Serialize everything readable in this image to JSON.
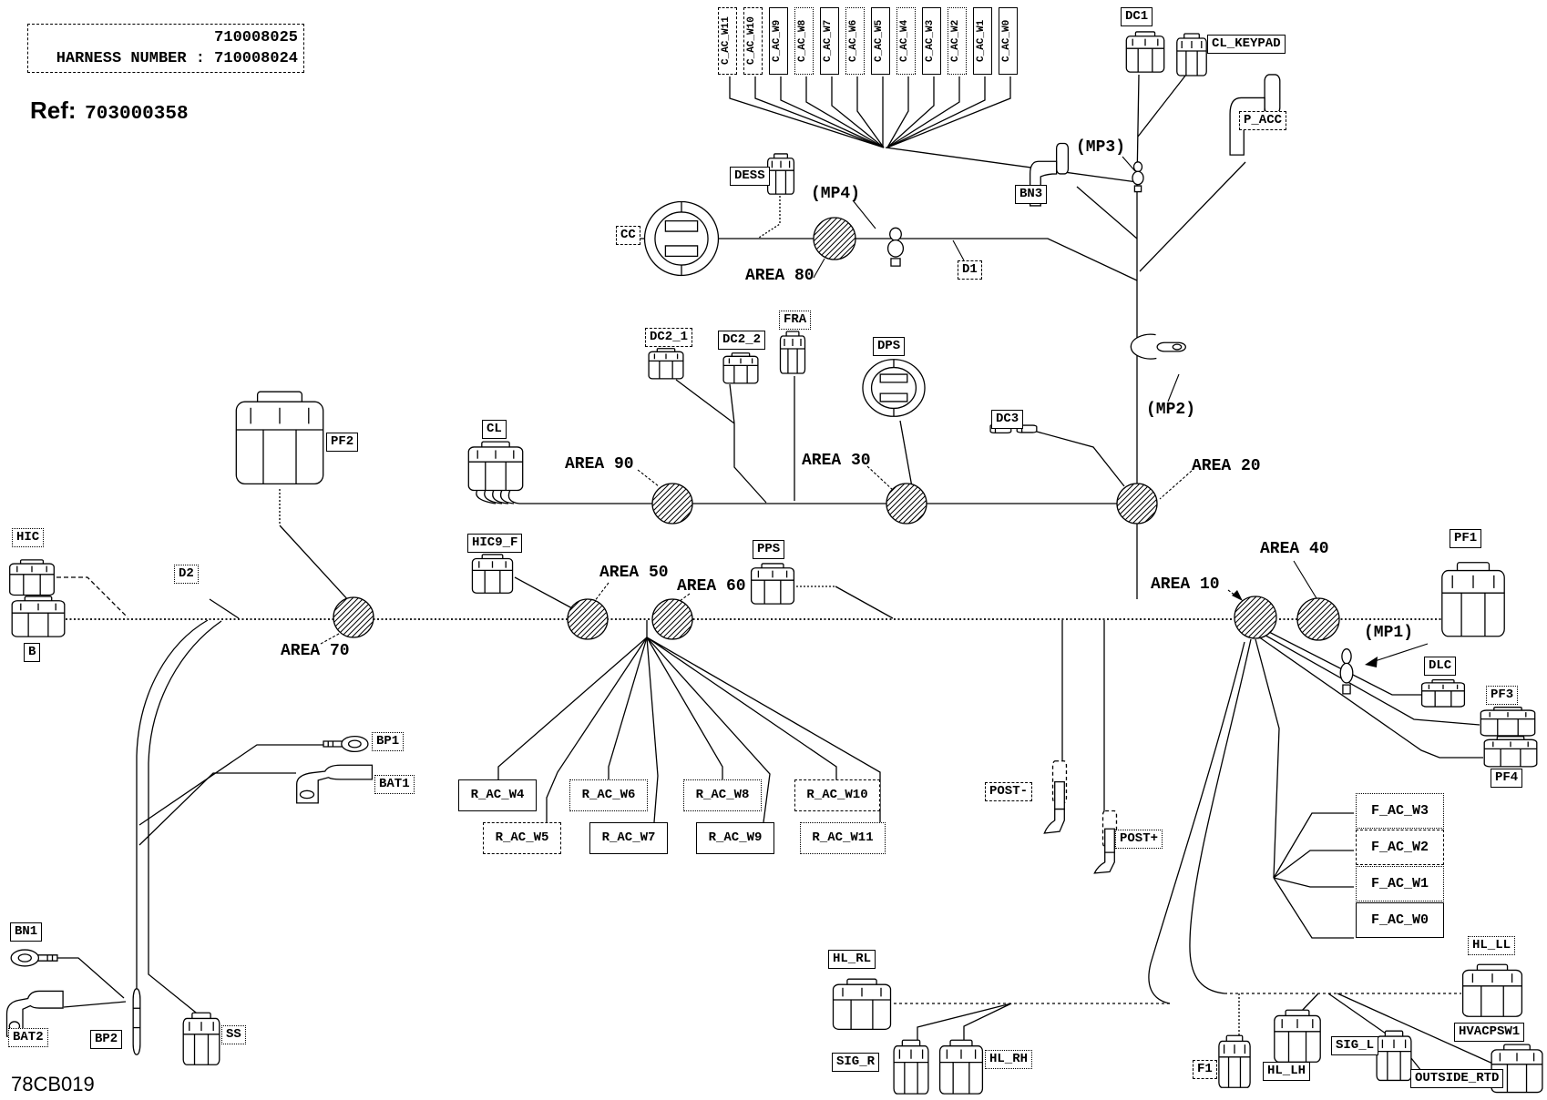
{
  "title_block": {
    "part_number": "710008025",
    "harness_label": "HARNESS NUMBER :",
    "harness_number": "710008024",
    "ref_label": "Ref:",
    "ref_number": "703000358",
    "sheet_code": "78CB019"
  },
  "top_connectors": [
    "C_AC_W11",
    "C_AC_W10",
    "C_AC_W9",
    "C_AC_W8",
    "C_AC_W7",
    "C_AC_W6",
    "C_AC_W5",
    "C_AC_W4",
    "C_AC_W3",
    "C_AC_W2",
    "C_AC_W1",
    "C_AC_W0"
  ],
  "labels": {
    "dc1": "DC1",
    "cl_keypad": "CL_KEYPAD",
    "p_acc": "P_ACC",
    "bn3": "BN3",
    "dess": "DESS",
    "cc": "CC",
    "d1": "D1",
    "dc2_1": "DC2_1",
    "dc2_2": "DC2_2",
    "fra": "FRA",
    "dps": "DPS",
    "dc3": "DC3",
    "cl": "CL",
    "pf2": "PF2",
    "hic": "HIC",
    "d2": "D2",
    "b": "B",
    "hic9_f": "HIC9_F",
    "pps": "PPS",
    "pf1": "PF1",
    "dlc": "DLC",
    "pf3": "PF3",
    "pf4": "PF4",
    "bp1": "BP1",
    "bat1": "BAT1",
    "post_minus": "POST-",
    "post_plus": "POST+",
    "bn1": "BN1",
    "bat2": "BAT2",
    "bp2": "BP2",
    "ss": "SS",
    "hl_rl": "HL_RL",
    "sig_r": "SIG_R",
    "hl_rh": "HL_RH",
    "f1": "F1",
    "hl_lh": "HL_LH",
    "sig_l": "SIG_L",
    "hl_ll": "HL_LL",
    "hvacpsw1": "HVACPSW1",
    "outside_rtd": "OUTSIDE_RTD",
    "r_ac_w4": "R_AC_W4",
    "r_ac_w5": "R_AC_W5",
    "r_ac_w6": "R_AC_W6",
    "r_ac_w7": "R_AC_W7",
    "r_ac_w8": "R_AC_W8",
    "r_ac_w9": "R_AC_W9",
    "r_ac_w10": "R_AC_W10",
    "r_ac_w11": "R_AC_W11",
    "f_ac_w0": "F_AC_W0",
    "f_ac_w1": "F_AC_W1",
    "f_ac_w2": "F_AC_W2",
    "f_ac_w3": "F_AC_W3"
  },
  "areas": {
    "a10": "AREA 10",
    "a20": "AREA 20",
    "a30": "AREA 30",
    "a40": "AREA 40",
    "a50": "AREA 50",
    "a60": "AREA 60",
    "a70": "AREA 70",
    "a80": "AREA 80",
    "a90": "AREA 90"
  },
  "markers": {
    "mp1": "(MP1)",
    "mp2": "(MP2)",
    "mp3": "(MP3)",
    "mp4": "(MP4)"
  },
  "colors": {
    "ink": "#000000",
    "paper": "#ffffff"
  }
}
